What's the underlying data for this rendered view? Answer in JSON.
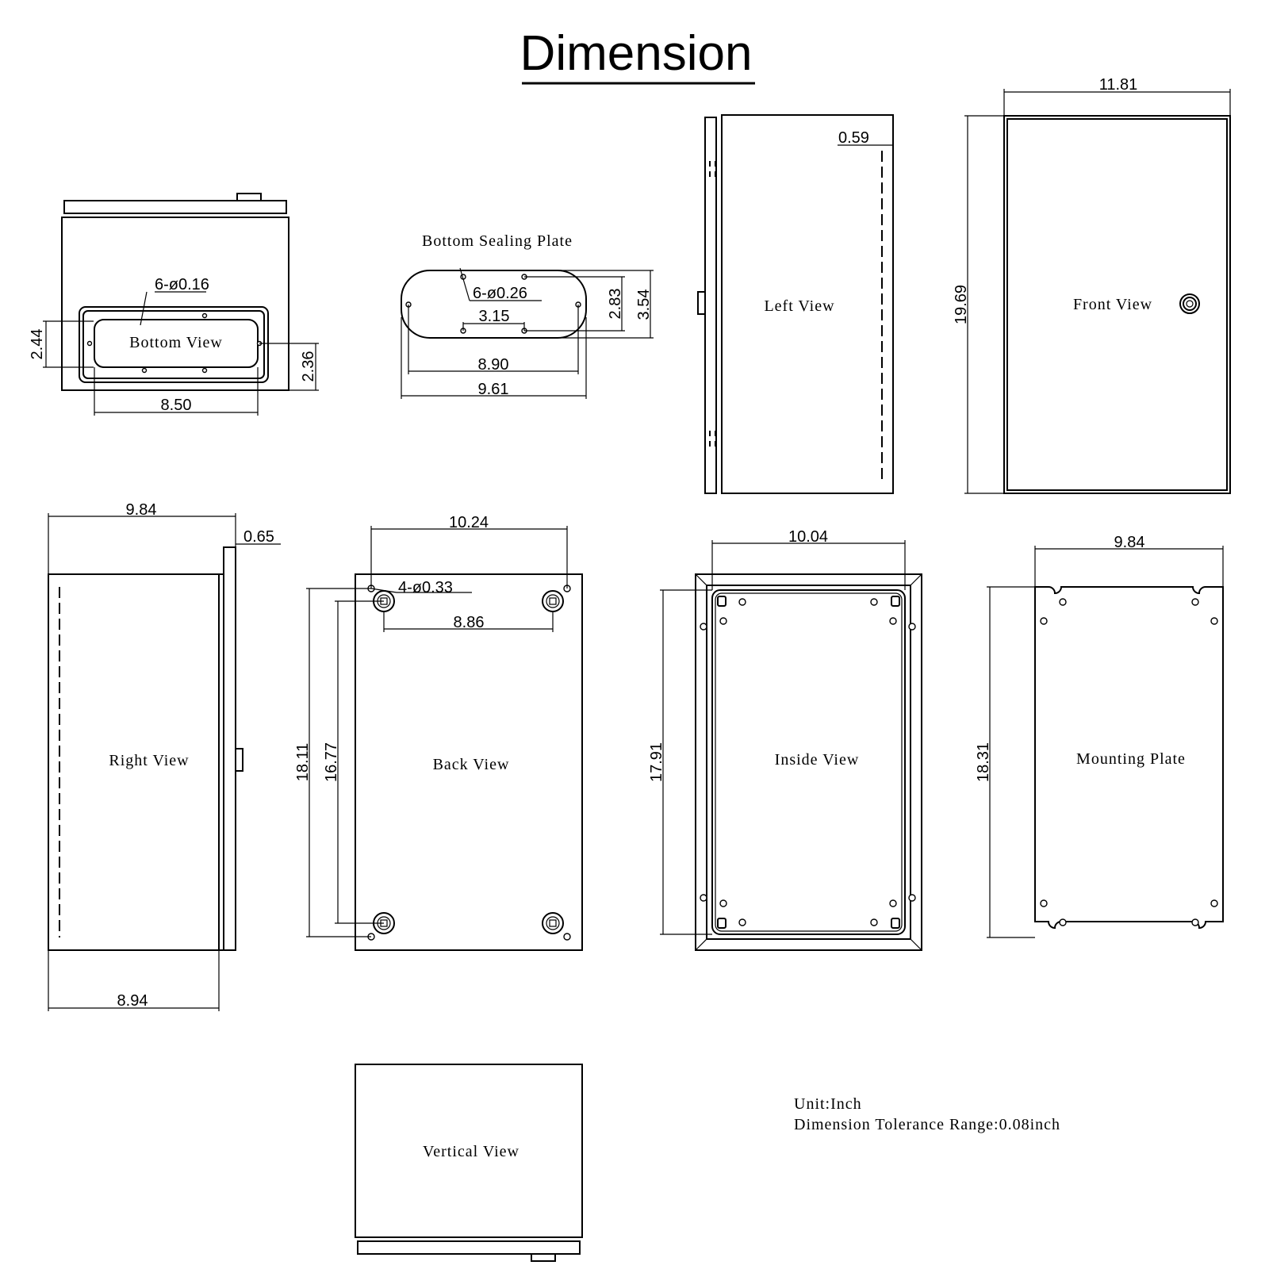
{
  "title": "Dimension",
  "views": {
    "bottom": "Bottom View",
    "bottom_sealing_plate": "Bottom Sealing Plate",
    "left": "Left View",
    "front": "Front View",
    "right": "Right View",
    "back": "Back View",
    "inside": "Inside View",
    "mounting_plate": "Mounting Plate",
    "vertical": "Vertical View"
  },
  "dimensions": {
    "bottom_holes": "6-ø0.16",
    "bottom_height": "2.44",
    "bottom_depth": "2.36",
    "bottom_width": "8.50",
    "plate_holes": "6-ø0.26",
    "plate_hole_spacing": "3.15",
    "plate_inner_height": "2.83",
    "plate_height": "3.54",
    "plate_hole_width": "8.90",
    "plate_width": "9.61",
    "left_door_offset": "0.59",
    "front_width": "11.81",
    "front_height": "19.69",
    "right_depth_top": "9.84",
    "right_door": "0.65",
    "right_depth_bottom": "8.94",
    "back_width": "10.24",
    "back_holes": "4-ø0.33",
    "back_hole_spacing": "8.86",
    "back_height": "18.11",
    "back_hole_height": "16.77",
    "inside_width": "10.04",
    "inside_height": "17.91",
    "mount_width": "9.84",
    "mount_height": "18.31"
  },
  "notes": {
    "unit": "Unit:Inch",
    "tolerance": "Dimension Tolerance Range:0.08inch"
  }
}
